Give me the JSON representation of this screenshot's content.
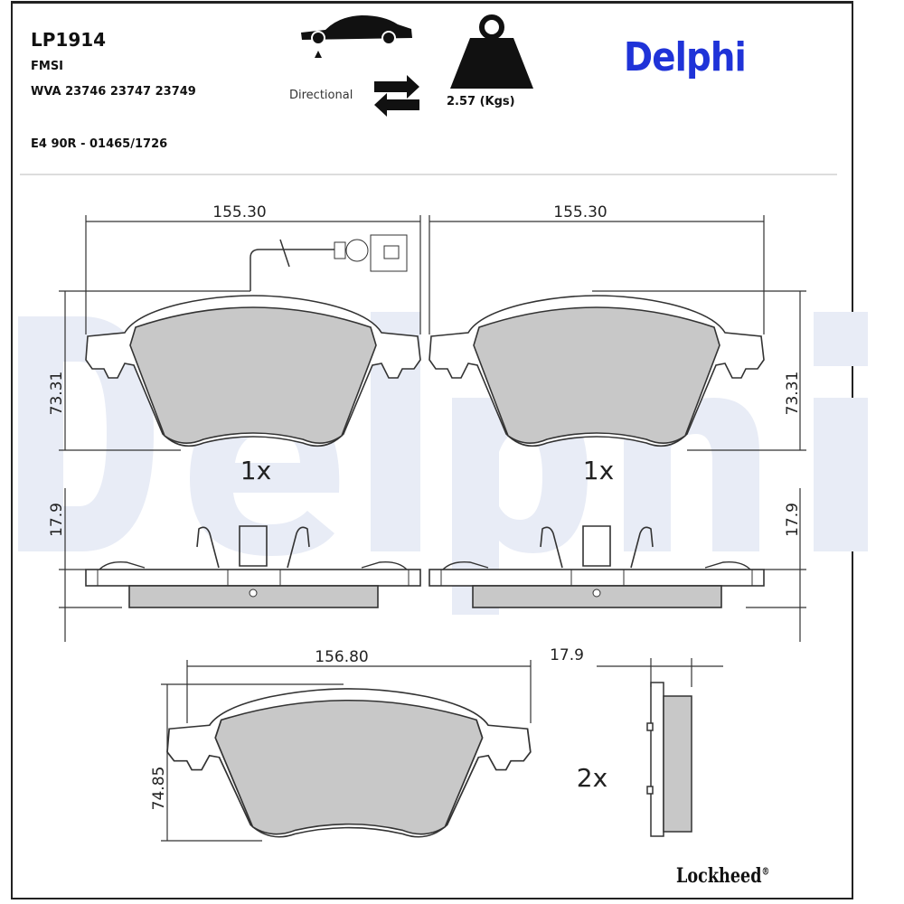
{
  "header": {
    "part_code": "LP1914",
    "fmsi_label": "FMSI",
    "wva": "WVA 23746 23747 23749",
    "approval": "E4 90R - 01465/1726",
    "directional_label": "Directional",
    "weight": "2.57 (Kgs)",
    "brand": "Delphi",
    "brand_color": "#1f33d8"
  },
  "icons": [
    "car-axle-icon",
    "directional-arrows-icon",
    "weight-icon"
  ],
  "drawing": {
    "width_top": "155.30",
    "height_top": "73.31",
    "thickness_top": "17.9",
    "qty_top": "1x",
    "width_bottom": "156.80",
    "height_bottom": "74.85",
    "thickness_bottom": "17.9",
    "qty_bottom": "2x"
  },
  "footer": {
    "manufacturer": "Lockheed",
    "registered": "®"
  }
}
